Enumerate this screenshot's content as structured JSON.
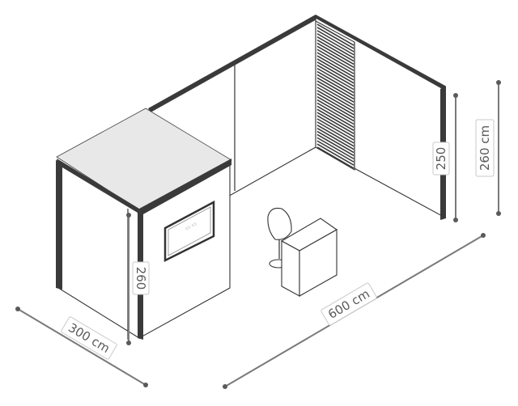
{
  "dimensions": {
    "width_depth": "300 cm",
    "length": "600 cm",
    "wall_height": "260 cm",
    "panel_height": "250",
    "cabin_height": "260"
  }
}
